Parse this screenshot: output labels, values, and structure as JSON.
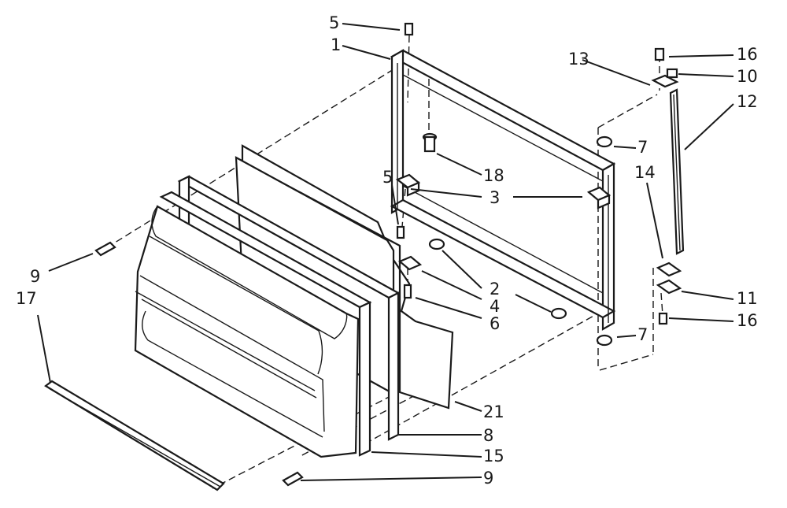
{
  "callouts": [
    {
      "id": "c1",
      "text": "1"
    },
    {
      "id": "c2",
      "text": "2"
    },
    {
      "id": "c3",
      "text": "3"
    },
    {
      "id": "c4",
      "text": "4"
    },
    {
      "id": "c5a",
      "text": "5"
    },
    {
      "id": "c5b",
      "text": "5"
    },
    {
      "id": "c6",
      "text": "6"
    },
    {
      "id": "c7a",
      "text": "7"
    },
    {
      "id": "c7b",
      "text": "7"
    },
    {
      "id": "c8",
      "text": "8"
    },
    {
      "id": "c9a",
      "text": "9"
    },
    {
      "id": "c9b",
      "text": "9"
    },
    {
      "id": "c10",
      "text": "10"
    },
    {
      "id": "c11",
      "text": "11"
    },
    {
      "id": "c12",
      "text": "12"
    },
    {
      "id": "c13",
      "text": "13"
    },
    {
      "id": "c14",
      "text": "14"
    },
    {
      "id": "c15",
      "text": "15"
    },
    {
      "id": "c16a",
      "text": "16"
    },
    {
      "id": "c16b",
      "text": "16"
    },
    {
      "id": "c17",
      "text": "17"
    },
    {
      "id": "c18",
      "text": "18"
    },
    {
      "id": "c21",
      "text": "21"
    }
  ]
}
